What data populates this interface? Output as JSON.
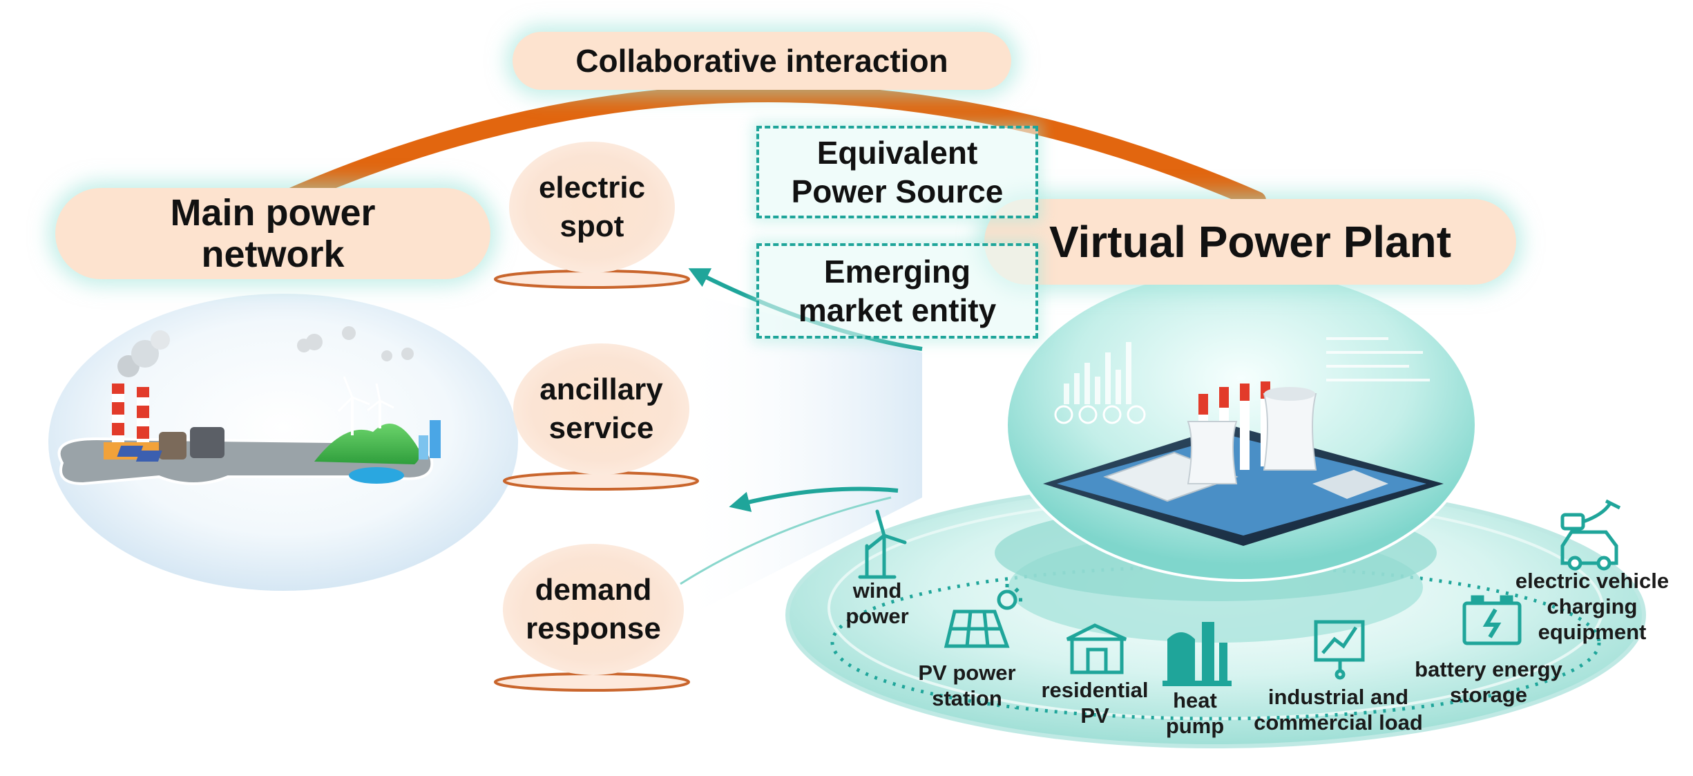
{
  "header": {
    "interaction_label": "Collaborative interaction"
  },
  "grid": {
    "title_line1": "Main power",
    "title_line2": "network"
  },
  "vpp": {
    "title": "Virtual Power Plant"
  },
  "roles": {
    "equivalent_line1": "Equivalent",
    "equivalent_line2": "Power Source",
    "emerging_line1": "Emerging",
    "emerging_line2": "market entity"
  },
  "markets": [
    {
      "line1": "electric",
      "line2": "spot"
    },
    {
      "line1": "ancillary",
      "line2": "service"
    },
    {
      "line1": "demand",
      "line2": "response"
    }
  ],
  "resources": [
    {
      "line1": "wind",
      "line2": "power",
      "line3": "",
      "icon": "wind-turbine-icon"
    },
    {
      "line1": "PV power",
      "line2": "station",
      "line3": "",
      "icon": "solar-panel-icon"
    },
    {
      "line1": "residential",
      "line2": "PV",
      "line3": "",
      "icon": "house-icon"
    },
    {
      "line1": "heat",
      "line2": "pump",
      "line3": "",
      "icon": "heat-pump-icon"
    },
    {
      "line1": "industrial and",
      "line2": "commercial load",
      "line3": "",
      "icon": "load-chart-icon"
    },
    {
      "line1": "battery energy",
      "line2": "storage",
      "line3": "",
      "icon": "battery-icon"
    },
    {
      "line1": "electric vehicle",
      "line2": "charging",
      "line3": "equipment",
      "icon": "ev-charger-icon"
    }
  ],
  "colors": {
    "pill": "#fde3cf",
    "arc": "#e2660f",
    "teal": "#1fa59a",
    "platform": "#bfe9e4",
    "market_base": "#c9652c"
  }
}
